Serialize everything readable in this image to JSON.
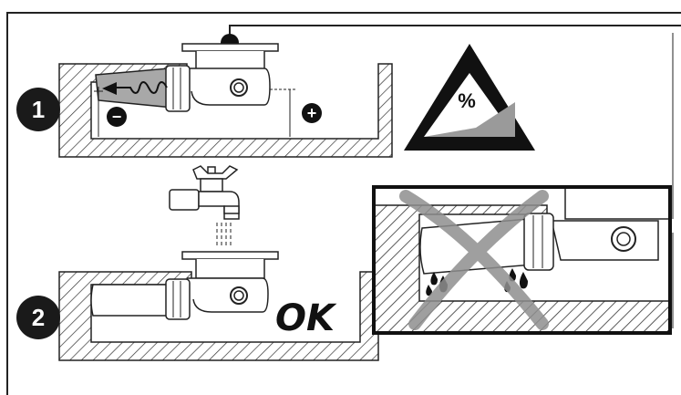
{
  "steps": {
    "one": "1",
    "two": "2"
  },
  "signs": {
    "minus": "−",
    "plus": "+"
  },
  "warning": {
    "percent": "%"
  },
  "status": {
    "ok": "OK"
  },
  "colors": {
    "ink": "#222222",
    "grey": "#9a9a9a",
    "light_grey": "#cccccc",
    "paper": "#ffffff"
  },
  "icons": [
    "inclination-warning-icon",
    "water-tap-icon",
    "prohibited-cross-icon",
    "water-drop-icon"
  ]
}
